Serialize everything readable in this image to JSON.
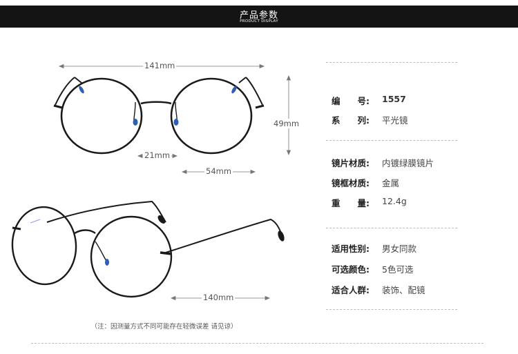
{
  "header": {
    "title": "产品参数",
    "subtitle": "PRODUCT DISPLAY"
  },
  "dimensions": {
    "total_width": "141mm",
    "height": "49mm",
    "bridge": "21mm",
    "lens_width": "54mm",
    "temple_length": "140mm"
  },
  "specs": [
    {
      "label": "编　　号:",
      "value": "1557"
    },
    {
      "label": "系　　列:",
      "value": "平光镜"
    },
    {
      "label": "镜片材质:",
      "value": "内镀绿膜镜片"
    },
    {
      "label": "镜框材质:",
      "value": "金属"
    },
    {
      "label": "重　　量:",
      "value": "12.4g"
    },
    {
      "label": "适用性别:",
      "value": "男女同款"
    },
    {
      "label": "可选颜色:",
      "value": "5色可选"
    },
    {
      "label": "适合人群:",
      "value": "装饰、配镜"
    }
  ],
  "footnote": "（注：因测量方式不同可能存在轻微误差 请见谅）",
  "colors": {
    "header_bg": "#141414",
    "frame": "#1a1a1a",
    "nose_pad": "#2e5fb5"
  }
}
